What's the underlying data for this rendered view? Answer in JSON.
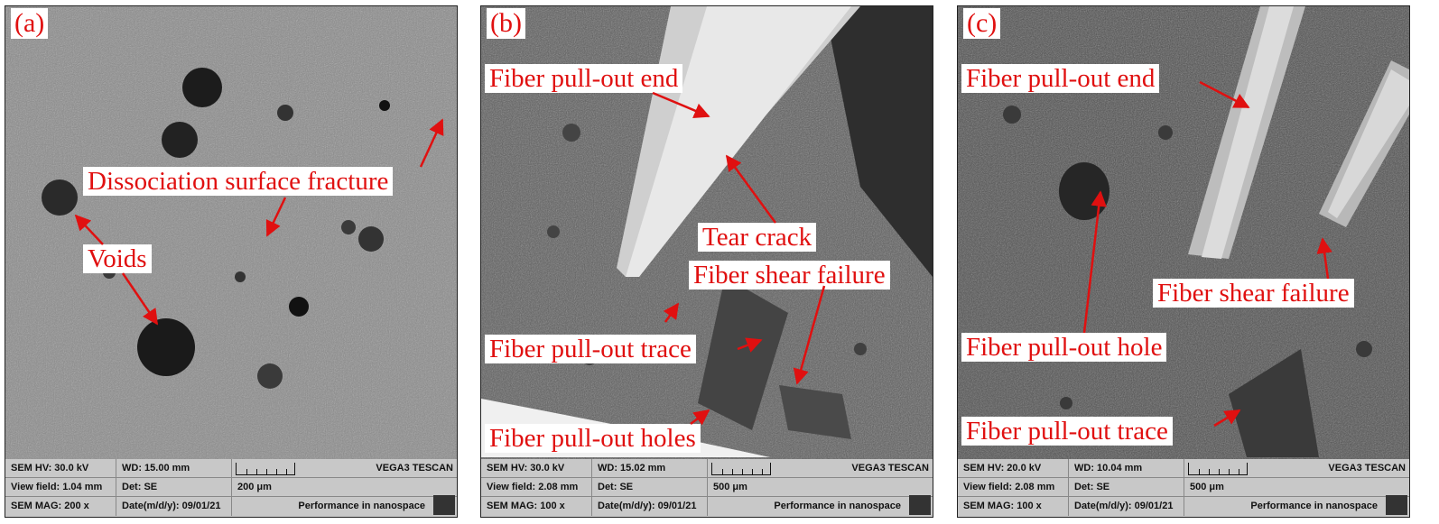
{
  "panels": [
    {
      "label": "(a)",
      "annotations": [
        "Dissociation surface fracture",
        "Voids"
      ],
      "info": {
        "hv": "SEM HV: 30.0 kV",
        "wd": "WD: 15.00 mm",
        "brand": "VEGA3 TESCAN",
        "field": "View field: 1.04 mm",
        "det": "Det: SE",
        "scale": "200 μm",
        "mag": "SEM MAG: 200 x",
        "date": "Date(m/d/y): 09/01/21",
        "perf": "Performance in nanospace"
      }
    },
    {
      "label": "(b)",
      "annotations": [
        "Fiber pull-out end",
        "Tear crack",
        "Fiber shear failure",
        "Fiber pull-out trace",
        "Fiber pull-out holes"
      ],
      "info": {
        "hv": "SEM HV: 30.0 kV",
        "wd": "WD: 15.02 mm",
        "brand": "VEGA3 TESCAN",
        "field": "View field: 2.08 mm",
        "det": "Det: SE",
        "scale": "500 μm",
        "mag": "SEM MAG: 100 x",
        "date": "Date(m/d/y): 09/01/21",
        "perf": "Performance in nanospace"
      }
    },
    {
      "label": "(c)",
      "annotations": [
        "Fiber pull-out end",
        "Fiber shear failure",
        "Fiber pull-out hole",
        "Fiber pull-out trace"
      ],
      "info": {
        "hv": "SEM HV: 20.0 kV",
        "wd": "WD: 10.04 mm",
        "brand": "VEGA3 TESCAN",
        "field": "View field: 2.08 mm",
        "det": "Det: SE",
        "scale": "500 μm",
        "mag": "SEM MAG: 100 x",
        "date": "Date(m/d/y): 09/01/21",
        "perf": "Performance in nanospace"
      }
    }
  ],
  "colors": {
    "annotation": "#e01010",
    "infobar": "#c8c8c8"
  }
}
